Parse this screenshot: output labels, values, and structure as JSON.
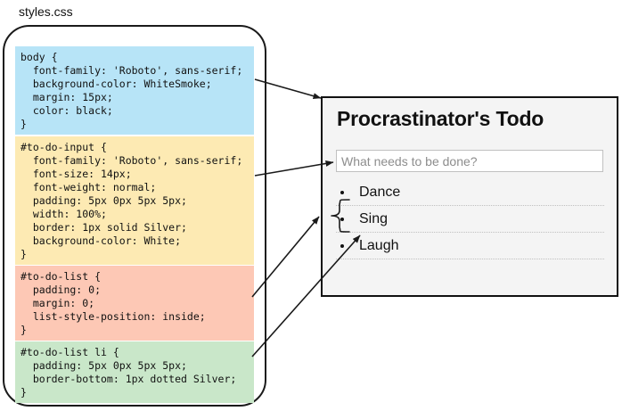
{
  "file": {
    "name": "styles.css"
  },
  "css_rules": [
    {
      "id": "body-rule",
      "color": "#b7e4f7",
      "code": "body {\n  font-family: 'Roboto', sans-serif;\n  background-color: WhiteSmoke;\n  margin: 15px;\n  color: black;\n}"
    },
    {
      "id": "to-do-input-rule",
      "color": "#fdeab3",
      "code": "#to-do-input {\n  font-family: 'Roboto', sans-serif;\n  font-size: 14px;\n  font-weight: normal;\n  padding: 5px 0px 5px 5px;\n  width: 100%;\n  border: 1px solid Silver;\n  background-color: White;\n}"
    },
    {
      "id": "to-do-list-rule",
      "color": "#fdc8b5",
      "code": "#to-do-list {\n  padding: 0;\n  margin: 0;\n  list-style-position: inside;\n}"
    },
    {
      "id": "to-do-list-li-rule",
      "color": "#c9e7c9",
      "code": "#to-do-list li {\n  padding: 5px 0px 5px 5px;\n  border-bottom: 1px dotted Silver;\n}"
    }
  ],
  "app": {
    "title": "Procrastinator's Todo",
    "input": {
      "value": "",
      "placeholder": "What needs to be done?"
    },
    "todo_items": [
      "Dance",
      "Sing",
      "Laugh"
    ]
  },
  "colors": {
    "page_background": "#ffffff",
    "app_background": "#f4f4f4",
    "input_background": "#ffffff",
    "input_border": "#c0c0c0",
    "list_item_border": "#c0c0c0",
    "text": "#111111",
    "placeholder_text": "#8d8d8d",
    "annotation_stroke": "#1a1a1a"
  },
  "annotations": {
    "description": "Arrows connect each CSS rule block to the element it styles in the rendered app.",
    "connections": [
      {
        "from": "body-rule",
        "to": "app-panel"
      },
      {
        "from": "to-do-input-rule",
        "to": "todo-input"
      },
      {
        "from": "to-do-list-rule",
        "to": "todo-list"
      },
      {
        "from": "to-do-list-li-rule",
        "to": "todo-list-item-laugh"
      }
    ]
  }
}
